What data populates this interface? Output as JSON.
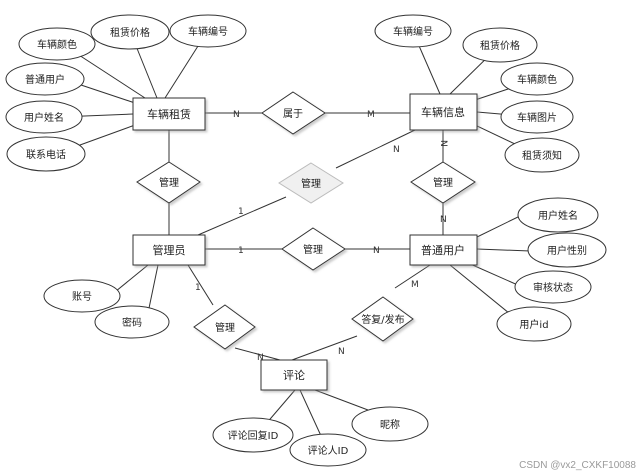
{
  "entities": {
    "car_rental": "车辆租赁",
    "car_info": "车辆信息",
    "admin": "管理员",
    "user": "普通用户",
    "comment": "评论"
  },
  "relationships": {
    "belongs": "属于",
    "manage_rental": "管理",
    "manage_info": "管理",
    "manage_user": "管理",
    "manage_car": "管理",
    "manage_comment": "管理",
    "publish": "答复/发布"
  },
  "attributes": {
    "rental": {
      "color": "车辆颜色",
      "price": "租赁价格",
      "number": "车辆编号",
      "user": "普通用户",
      "username": "用户姓名",
      "phone": "联系电话"
    },
    "info": {
      "number": "车辆编号",
      "price": "租赁价格",
      "color": "车辆颜色",
      "image": "车辆图片",
      "notice": "租赁须知"
    },
    "user": {
      "name": "用户姓名",
      "gender": "用户性别",
      "status": "审核状态",
      "id": "用户id"
    },
    "admin": {
      "account": "账号",
      "password": "密码"
    },
    "comment": {
      "reply_id": "评论回复ID",
      "commenter_id": "评论人ID",
      "nickname": "昵称"
    }
  },
  "cardinality": {
    "n": "N",
    "m": "M",
    "one": "1"
  },
  "watermark": "CSDN @vx2_CXKF10088"
}
